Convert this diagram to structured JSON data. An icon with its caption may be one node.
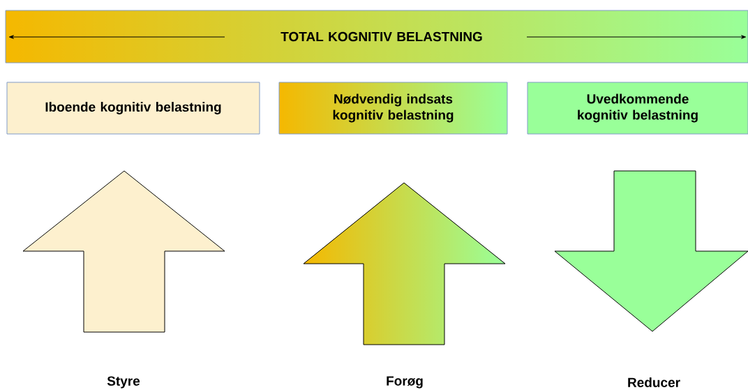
{
  "diagram": {
    "nodes": [
      {
        "text": [
          "TOTAL KOGNITIV BELASTNING"
        ]
      },
      {
        "text": [
          "Iboende kognitiv belastning"
        ]
      },
      {
        "text": [
          "Nødvendig indsats kognitiv belastning"
        ]
      },
      {
        "text": [
          "Uvedkommende kognitiv belastning"
        ]
      }
    ],
    "labels": [
      "Styre",
      "Forøg",
      "Reducer"
    ]
  }
}
